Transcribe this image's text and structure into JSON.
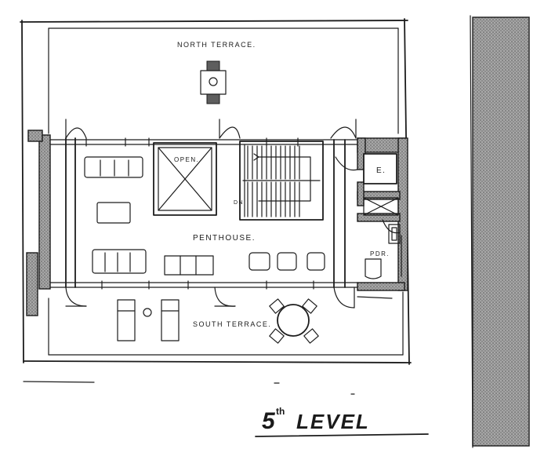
{
  "labels": {
    "north_terrace": "NORTH TERRACE.",
    "open": "OPEN.",
    "dn": "DN",
    "penthouse": "PENTHOUSE.",
    "south_terrace": "SOUTH TERRACE.",
    "elevator": "E.",
    "powder": "PDR.",
    "level_title": "5th LEVEL",
    "level_number": "5",
    "level_suffix": "th",
    "level_word": "LEVEL"
  },
  "colors": {
    "ink": "#1c1c1c",
    "wall_fill": "#8c8c8c",
    "paper": "#ffffff"
  }
}
